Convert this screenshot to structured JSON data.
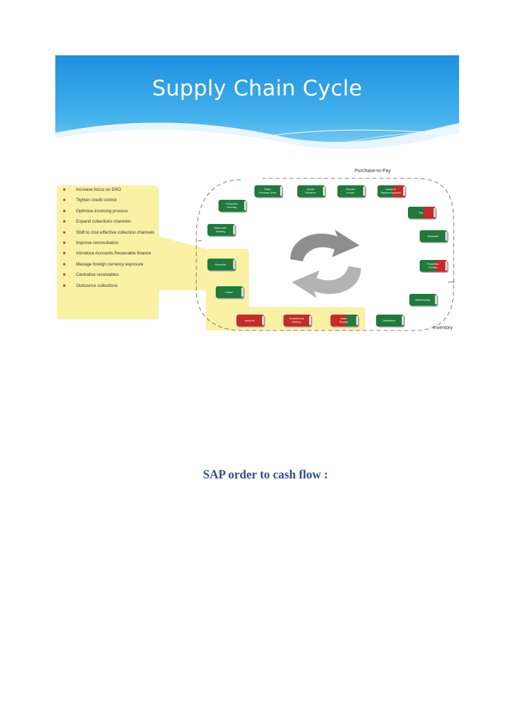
{
  "slide": {
    "title": "Supply Chain Cycle",
    "label_top": "Purchase-to-Pay",
    "label_bottom": "Inventory",
    "benefits": [
      "Increase focus on DSO",
      "Tighten credit control",
      "Optimise invoicing process",
      "Expand collections channels",
      "Shift to cost-effective collection channels",
      "Improve reconciliation",
      "Introduce Accounts Receivable finance",
      "Manage foreign currency exposure",
      "Centralise receivables",
      "Outsource collections"
    ],
    "nodes": [
      {
        "id": "raise-purchase-order",
        "line1": "Raise",
        "line2": "Purchase Order"
      },
      {
        "id": "goods-delivered",
        "line1": "Goods",
        "line2": "Delivered"
      },
      {
        "id": "receive-invoice",
        "line1": "Receive",
        "line2": "Invoice"
      },
      {
        "id": "invoice-approval",
        "line1": "Invoice &",
        "line2": "Payment Approval"
      },
      {
        "id": "pay",
        "line1": "Pay",
        "line2": ""
      },
      {
        "id": "reconcile-right",
        "line1": "Reconcile",
        "line2": ""
      },
      {
        "id": "production-process",
        "line1": "Production",
        "line2": "Process"
      },
      {
        "id": "warehousing",
        "line1": "Warehousing",
        "line2": ""
      },
      {
        "id": "distribution",
        "line1": "Distribution",
        "line2": ""
      },
      {
        "id": "order-receipt",
        "line1": "Order",
        "line2": "Receipt"
      },
      {
        "id": "goods-service-delivery",
        "line1": "Good/Service",
        "line2": "Delivery"
      },
      {
        "id": "issue-invoice",
        "line1": "Issue bill",
        "line2": ""
      },
      {
        "id": "collect",
        "line1": "Collect",
        "line2": ""
      },
      {
        "id": "reconcile-left",
        "line1": "Reconcile",
        "line2": ""
      },
      {
        "id": "sales-order-booking",
        "line1": "Sales order",
        "line2": "Booking"
      },
      {
        "id": "production-planning",
        "line1": "Production",
        "line2": "Planning"
      }
    ]
  },
  "colors": {
    "green": "#1f7a3c",
    "red": "#c62a2a",
    "highlight": "#fbf1a4",
    "sky": "#2a9ae0"
  },
  "heading": "SAP order to cash flow :"
}
